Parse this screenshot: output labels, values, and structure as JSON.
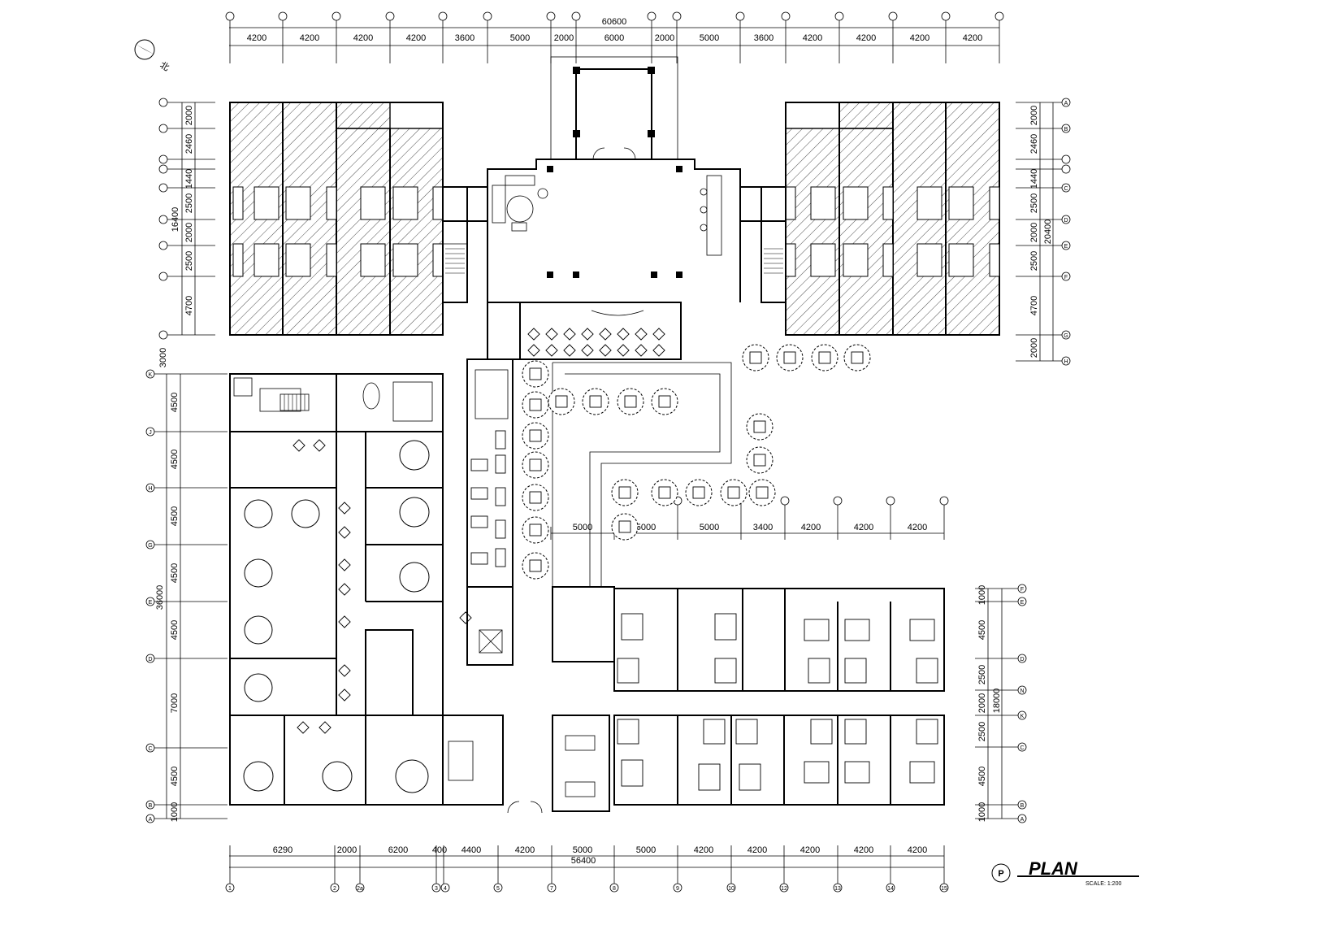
{
  "diagram": {
    "overall_top": "60600",
    "overall_bottom": "56400",
    "top_dims": [
      "4200",
      "4200",
      "4200",
      "4200",
      "3600",
      "5000",
      "2000",
      "6000",
      "2000",
      "5000",
      "3600",
      "4200",
      "4200",
      "4200",
      "4200"
    ],
    "bottom_dims": [
      "6290",
      "2000",
      "6200",
      "400",
      "4400",
      "4200",
      "5000",
      "5000",
      "4200",
      "4200",
      "4200",
      "4200",
      "4200"
    ],
    "courtyard_dims": [
      "5000",
      "5000",
      "5000",
      "3400",
      "4200",
      "4200",
      "4200"
    ],
    "left_upper_total": "16400",
    "left_upper_dims": [
      "2000",
      "2460",
      "1440",
      "2500",
      "2000",
      "2500",
      "4700"
    ],
    "left_gap_dim": "3000",
    "left_lower_total": "36000",
    "left_lower_dims": [
      "4500",
      "4500",
      "4500",
      "4500",
      "4500",
      "7000",
      "4500",
      "1000"
    ],
    "right_upper_total": "20400",
    "right_upper_dims": [
      "2000",
      "2460",
      "1440",
      "2500",
      "2000",
      "2500",
      "4700",
      "2000"
    ],
    "right_lower_total": "18000",
    "right_lower_dims": [
      "1000",
      "4500",
      "2500",
      "2000",
      "2500",
      "4500",
      "1000"
    ],
    "bottom_axis_labels": [
      "1",
      "2",
      "2a",
      "3",
      "4",
      "5",
      "7",
      "8",
      "9",
      "10",
      "12",
      "13",
      "14",
      "15"
    ],
    "left_axis_labels": [
      "K",
      "J",
      "H",
      "G",
      "E",
      "D",
      "C",
      "B",
      "A"
    ],
    "right_axis_labels": [
      "A",
      "B",
      "C",
      "D",
      "E",
      "F",
      "G",
      "H"
    ],
    "right_lower_axis_labels": [
      "F",
      "E",
      "D",
      "N",
      "K",
      "C",
      "B",
      "A"
    ],
    "plan_title": "PLAN",
    "scale_text": "SCALE: 1:200",
    "plan_marker": "P",
    "north_mark": "北"
  }
}
